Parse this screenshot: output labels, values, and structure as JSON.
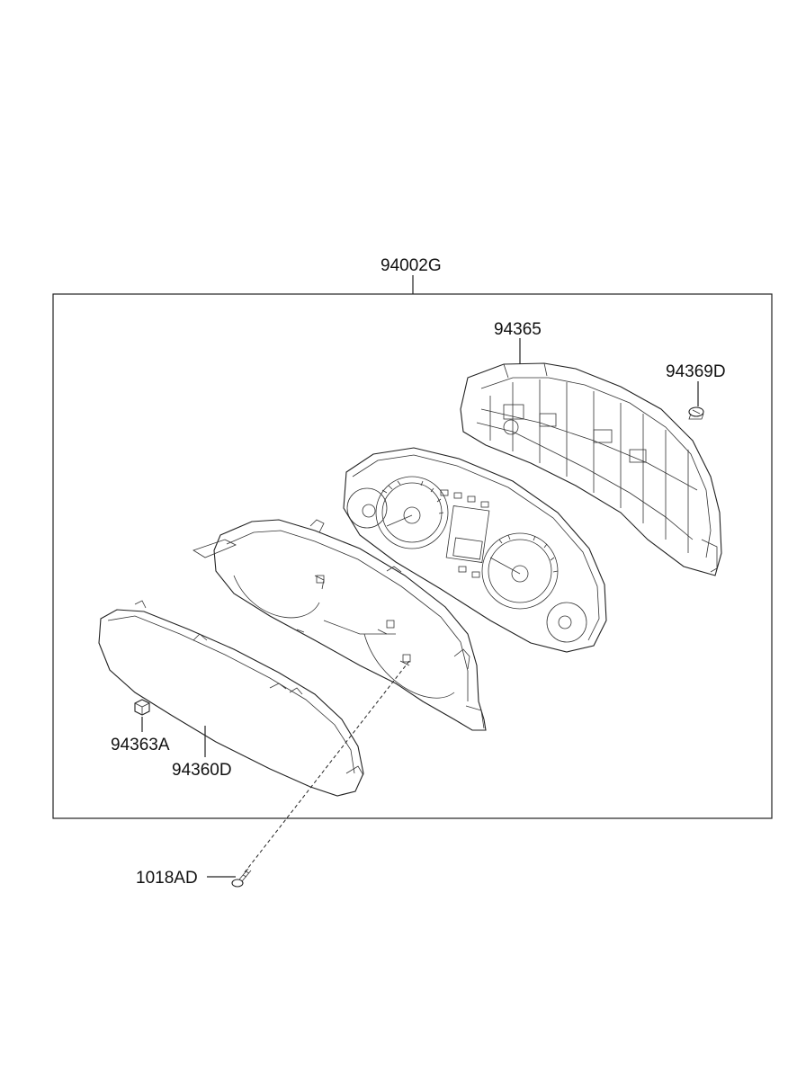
{
  "parts": {
    "assembly": "94002G",
    "housing": "94365",
    "bulb": "94369D",
    "gauge_panel": "",
    "lens_clip": "94363A",
    "lens": "94360D",
    "screw": "1018AD"
  }
}
